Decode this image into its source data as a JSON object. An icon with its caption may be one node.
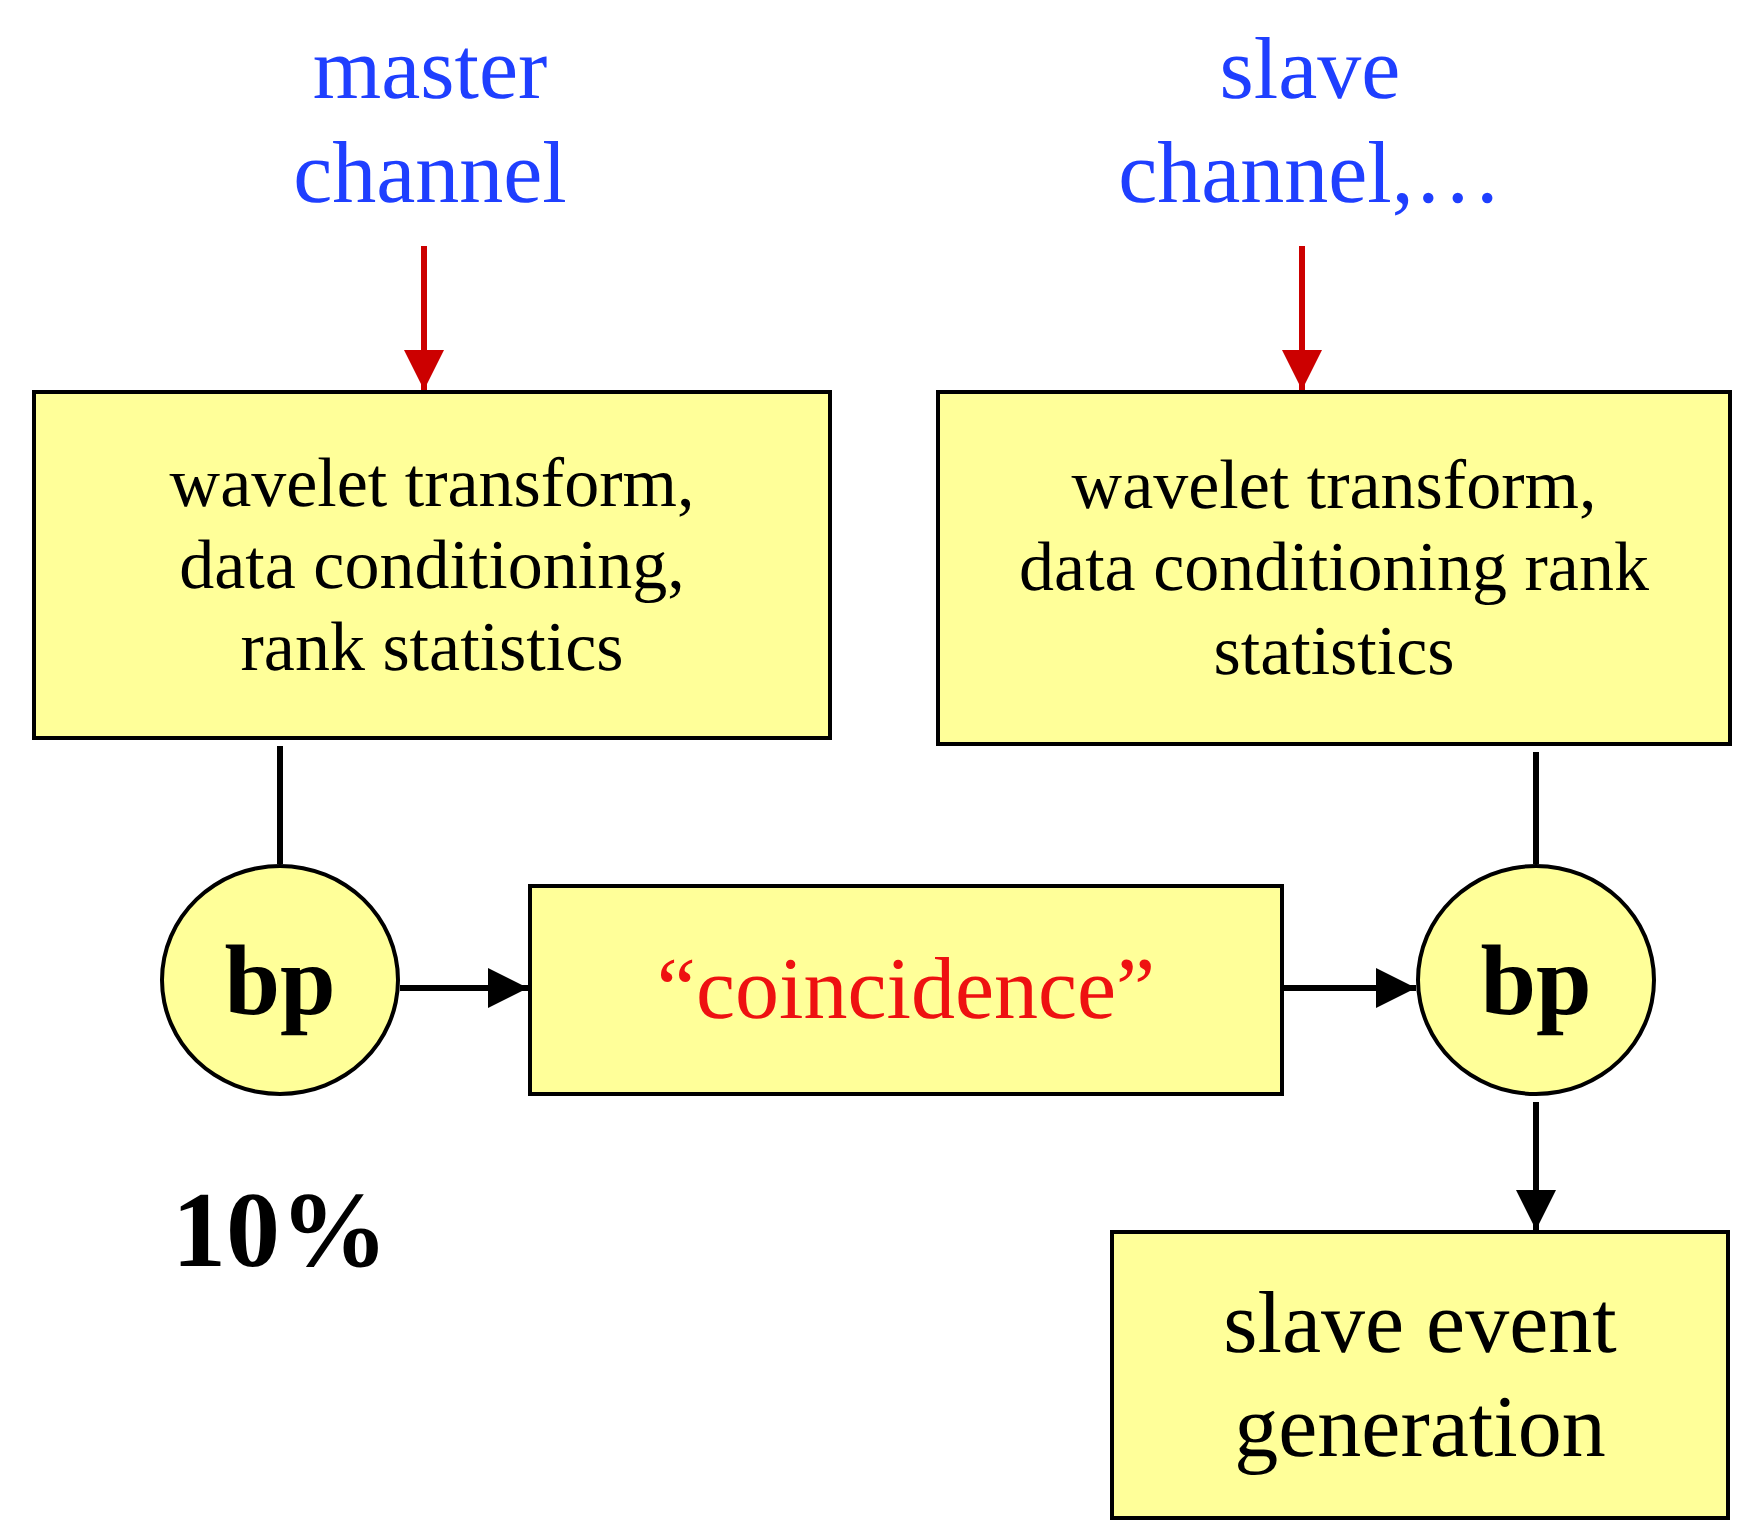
{
  "diagram": {
    "nodes": [
      {
        "text": [
          "master channel"
        ]
      },
      {
        "text": [
          "slave channel,…"
        ]
      },
      {
        "text": [
          "wavelet transform, data conditioning, rank statistics"
        ]
      },
      {
        "text": [
          "wavelet transform, data conditioning rank statistics"
        ]
      },
      {
        "text": [
          "bp"
        ],
        "beside": [
          "10%"
        ]
      },
      {
        "text": [
          "“coincidence”"
        ]
      },
      {
        "text": [
          "bp"
        ]
      },
      {
        "text": [
          "slave event generation"
        ]
      }
    ],
    "edges": [
      {
        "from": 0,
        "to": 2,
        "arrow": "to",
        "color": "#cc0000"
      },
      {
        "from": 1,
        "to": 3,
        "arrow": "to",
        "color": "#cc0000"
      },
      {
        "from": 2,
        "to": 4,
        "arrow": "none"
      },
      {
        "from": 4,
        "to": 5,
        "arrow": "to"
      },
      {
        "from": 5,
        "to": 6,
        "arrow": "to"
      },
      {
        "from": 3,
        "to": 6,
        "arrow": "none"
      },
      {
        "from": 6,
        "to": 7,
        "arrow": "to"
      }
    ]
  }
}
